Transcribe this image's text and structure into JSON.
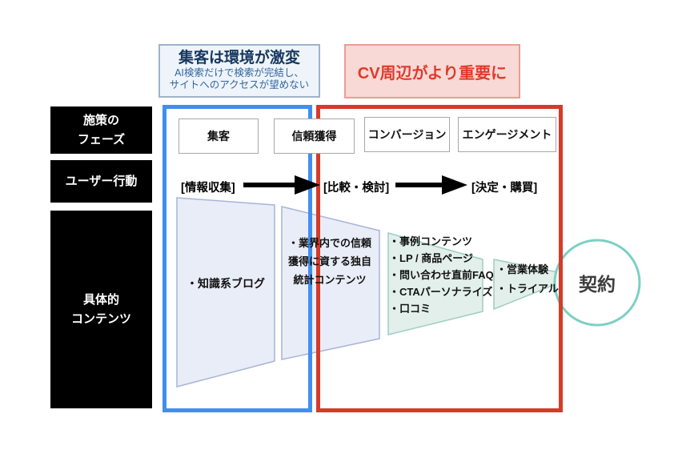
{
  "callouts": {
    "blue": {
      "title": "集客は環境が激変",
      "subtitle_line1": "AI検索だけで検索が完結し、",
      "subtitle_line2": "サイトへのアクセスが望めない"
    },
    "red": {
      "title": "CV周辺がより重要に"
    }
  },
  "row_labels": {
    "phase": {
      "line1": "施策の",
      "line2": "フェーズ"
    },
    "action": {
      "line1": "ユーザー行動"
    },
    "content": {
      "line1": "具体的",
      "line2": "コンテンツ"
    }
  },
  "phases": [
    "集客",
    "信頼獲得",
    "コンバージョン",
    "エンゲージメント"
  ],
  "user_actions": [
    "[情報収集]",
    "[比較・検討]",
    "[決定・購買]"
  ],
  "funnels": [
    {
      "lines": [
        "・知識系ブログ"
      ]
    },
    {
      "lines": [
        "・業界内での信頼",
        "獲得に資する独自",
        "統計コンテンツ"
      ]
    },
    {
      "lines": [
        "・事例コンテンツ",
        "・LP / 商品ページ",
        "・問い合わせ直前FAQ",
        "・CTAパーソナライズ",
        "・口コミ"
      ]
    },
    {
      "lines": [
        "・営業体験",
        "・トライアル"
      ]
    }
  ],
  "goal_circle": {
    "label": "契約"
  },
  "colors": {
    "frame_blue": "#3f8ff0",
    "frame_red": "#d43b2a",
    "callout_blue_bg": "#eef4fa",
    "callout_blue_text": "#17375e",
    "callout_red_bg": "#f8d9d5",
    "callout_red_text": "#df3b2b",
    "funnel_blue_fill": "#e9edf8",
    "funnel_blue_stroke": "#a9b4d6",
    "funnel_teal_fill": "#e2efea",
    "funnel_teal_stroke": "#9fcec2",
    "goal_circle_stroke": "#7ccfc3",
    "row_label_bg": "#000000"
  }
}
